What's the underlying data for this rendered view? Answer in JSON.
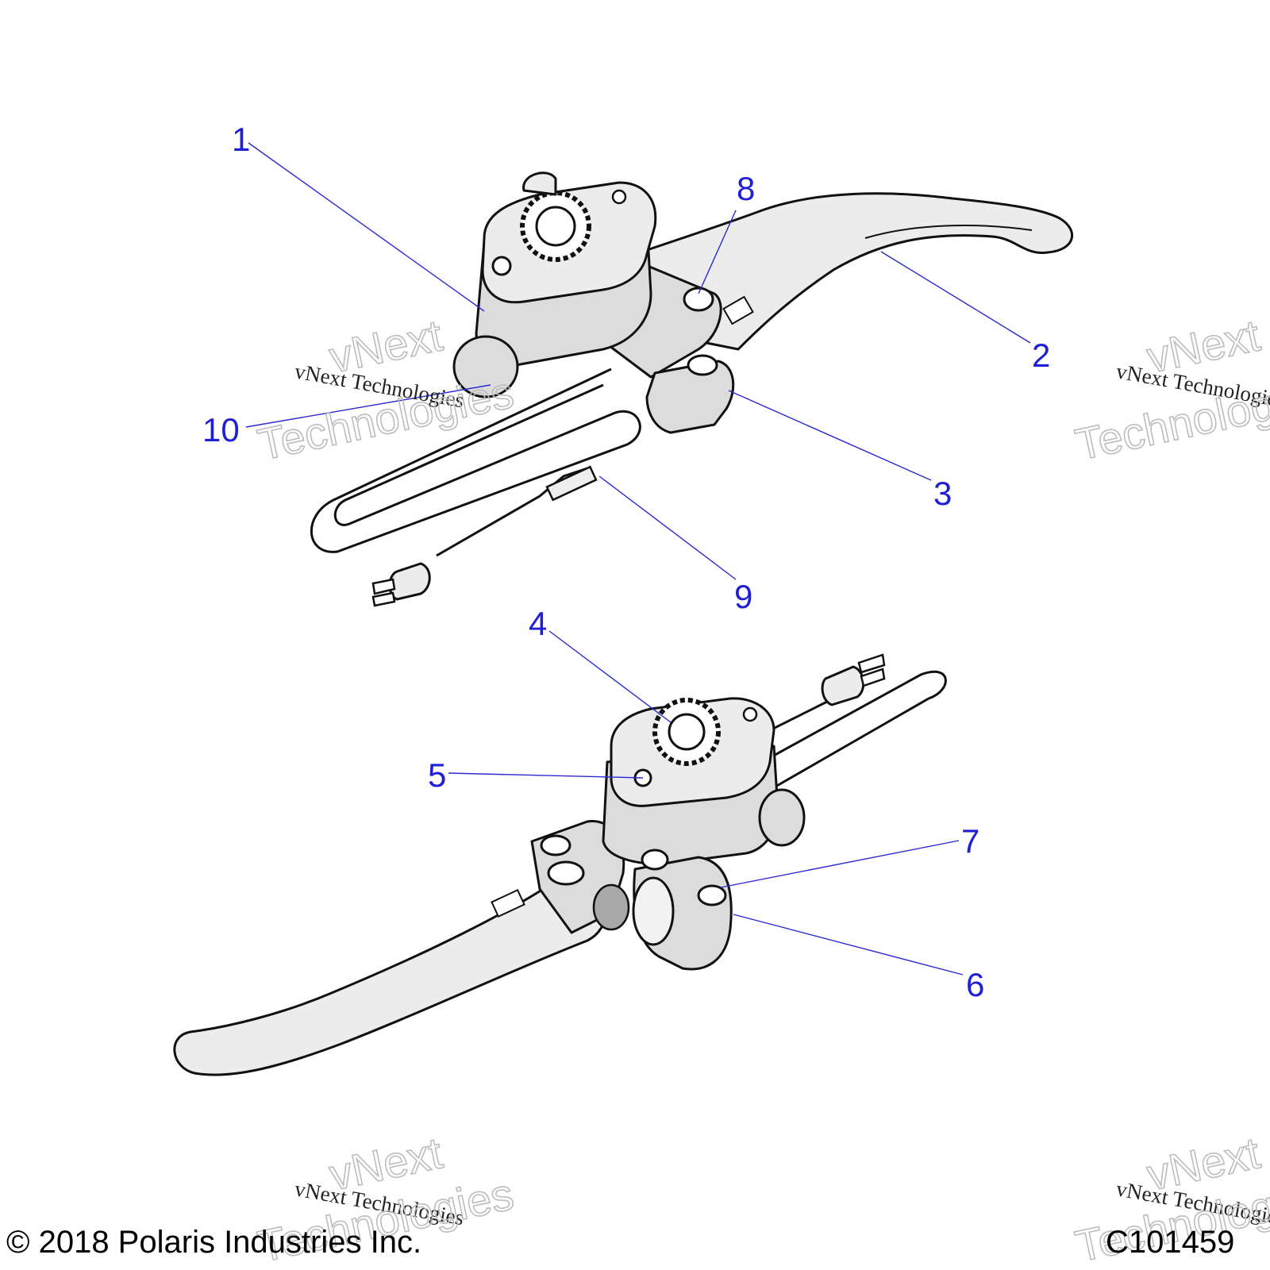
{
  "callouts": [
    "1",
    "2",
    "3",
    "4",
    "5",
    "6",
    "7",
    "8",
    "9",
    "10"
  ],
  "watermark": {
    "small": "vNext Technologies",
    "big_line1": "vNext",
    "big_line2": "Technologies"
  },
  "footer": {
    "copyright": "© 2018 Polaris Industries Inc.",
    "code": "C101459"
  }
}
